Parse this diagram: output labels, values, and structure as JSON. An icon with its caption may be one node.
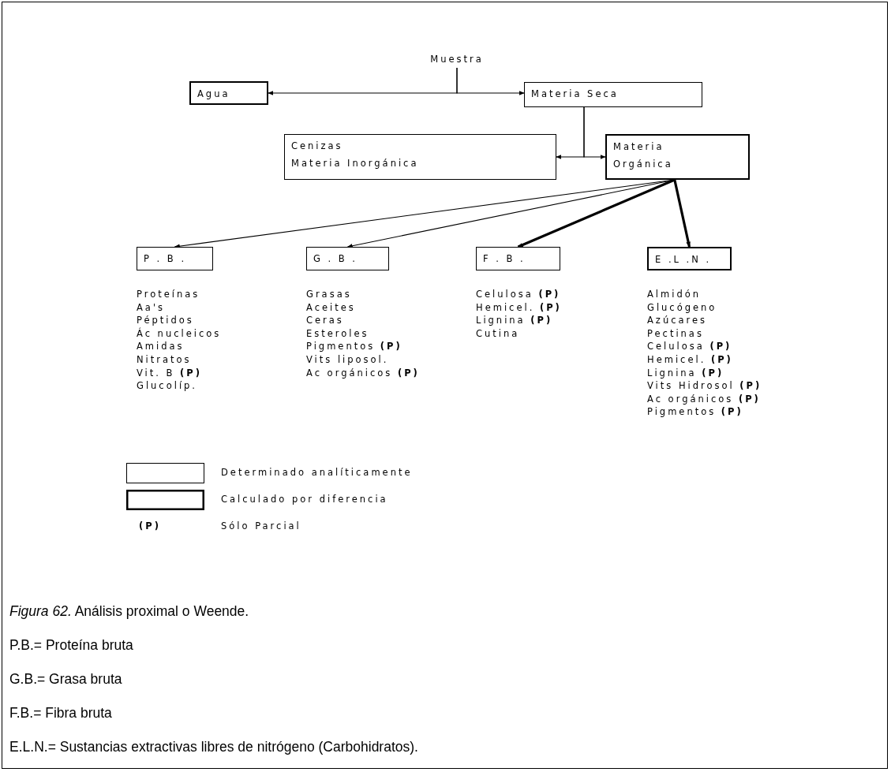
{
  "diagram": {
    "caption": "*Figura 62.* Análisis proximal o Weende.",
    "nodes": [
      {
        "text": [
          "Muestra"
        ]
      },
      {
        "text": [
          "Agua"
        ]
      },
      {
        "text": [
          "Materia Seca"
        ]
      },
      {
        "text": [
          "Cenizas",
          "Materia Inorgánica"
        ]
      },
      {
        "text": [
          "Materia Orgánica"
        ]
      },
      {
        "text": [
          "P . B ."
        ],
        "beside": [
          "Proteínas",
          "Aa's",
          "Péptidos",
          "Ác nucleicos",
          "Amidas",
          "Nitratos",
          "Vit. B **(P)**",
          "Glucolíp."
        ]
      },
      {
        "text": [
          "G . B ."
        ],
        "beside": [
          "Grasas",
          "Aceites",
          "Ceras",
          "Esteroles",
          "Pigmentos **(P)**",
          "Vits liposol.",
          "Ac orgánicos **(P)**"
        ]
      },
      {
        "text": [
          "F . B ."
        ],
        "beside": [
          "Celulosa **(P)**",
          "Hemicel. **(P)**",
          "Lignina **(P)**",
          "Cutina"
        ]
      },
      {
        "text": [
          "E .L .N ."
        ],
        "beside": [
          "Almidón",
          "Glucógeno",
          "Azúcares",
          "Pectinas",
          "Celulosa **(P)**",
          "Hemicel. **(P)**",
          "Lignina **(P)**",
          "Vits Hidrosol **(P)**",
          "Ac orgánicos **(P)**",
          "Pigmentos **(P)**"
        ]
      }
    ],
    "edges": [
      {
        "from": 0,
        "to": 1,
        "arrow": "to"
      },
      {
        "from": 0,
        "to": 2,
        "arrow": "to"
      },
      {
        "from": 2,
        "to": 3,
        "arrow": "to"
      },
      {
        "from": 2,
        "to": 4,
        "arrow": "to"
      },
      {
        "from": 4,
        "to": 5,
        "arrow": "to"
      },
      {
        "from": 4,
        "to": 6,
        "arrow": "to"
      },
      {
        "from": 4,
        "to": 7,
        "arrow": "to",
        "style": "thick"
      },
      {
        "from": 4,
        "to": 8,
        "arrow": "to",
        "style": "thick"
      }
    ],
    "labels": [
      "(P)",
      "P.B.= Proteína bruta",
      "G.B.= Grasa bruta",
      "F.B.= Fibra bruta",
      "E.L.N.= Sustancias extractivas libres de nitrógeno (Carbohidratos)."
    ],
    "legend": [
      {
        "text": "Determinado analíticamente"
      },
      {
        "text": "Calculado por diferencia"
      },
      {
        "text": "Sólo Parcial"
      }
    ]
  }
}
